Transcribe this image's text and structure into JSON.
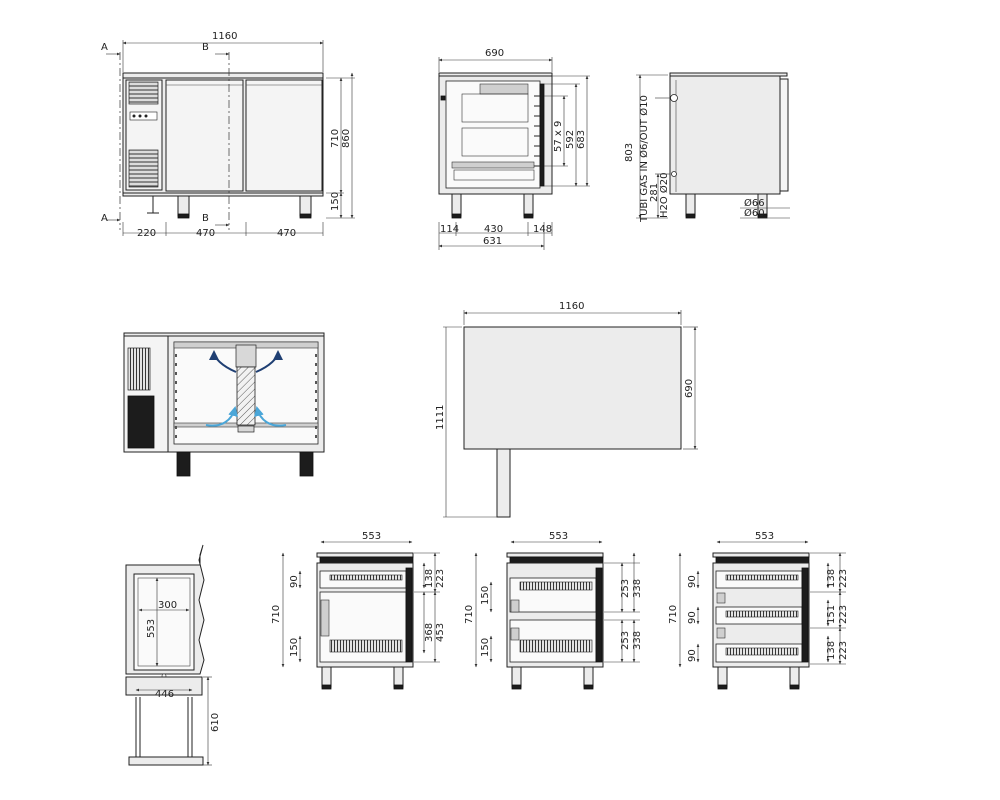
{
  "front_view": {
    "section_a": "A",
    "section_b": "B",
    "overall_width": "1160",
    "height_body": "710",
    "height_total": "860",
    "height_legs": "150",
    "width_unit": "220",
    "width_door_1": "470",
    "width_door_2": "470"
  },
  "side_view": {
    "overall_depth": "690",
    "shelf_pitch": "57 x 9",
    "inner_height": "592",
    "body_height": "683",
    "depth_front": "114",
    "depth_mid": "430",
    "depth_rear": "148",
    "depth_total": "631"
  },
  "rear_view": {
    "height_total": "803",
    "gas_label": "TUBI GAS IN Ø6/OUT Ø10",
    "gas_height": "281",
    "water_label": "H2O Ø20",
    "pipe_1": "Ø66",
    "pipe_2": "Ø60"
  },
  "top_view": {
    "width": "1160",
    "depth": "690",
    "depth_open": "1111"
  },
  "drawer_view": {
    "inner_width": "300",
    "inner_depth": "553",
    "outer_width": "446",
    "opening": "610"
  },
  "config_1": {
    "width": "553",
    "height": "710",
    "top_drawer": "90",
    "bottom_drawer": "150",
    "dim_138": "138",
    "dim_223": "223",
    "dim_368": "368",
    "dim_453": "453"
  },
  "config_2": {
    "width": "553",
    "height": "710",
    "top_drawer": "150",
    "bottom_drawer": "150",
    "dim_253_top": "253",
    "dim_338_top": "338",
    "dim_253_bottom": "253",
    "dim_338_bottom": "338"
  },
  "config_3": {
    "width": "553",
    "height": "710",
    "drawer_1": "90",
    "drawer_2": "90",
    "drawer_3": "90",
    "dim_138_a": "138",
    "dim_223_a": "223",
    "dim_151": "151",
    "dim_223_b": "223",
    "dim_138_b": "138",
    "dim_223_c": "223"
  },
  "colors": {
    "line": "#222222",
    "body": "#ececec",
    "airflow": "#1f3f73",
    "airflow_light": "#4aa6d8"
  }
}
